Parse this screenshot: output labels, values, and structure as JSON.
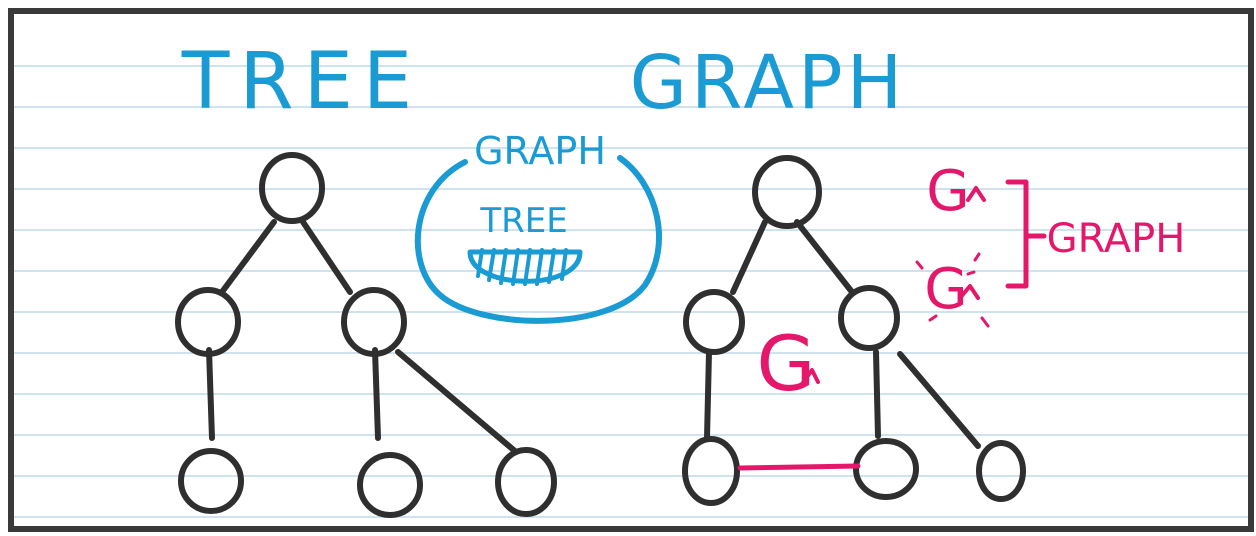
{
  "colors": {
    "ink": "#2f2f2f",
    "blue": "#1a9bd4",
    "pink": "#e5176b",
    "rule": "#cfe3ee",
    "frame": "#3a3a3a"
  },
  "tree": {
    "title": "TREE"
  },
  "graph": {
    "title": "GRAPH"
  },
  "venn": {
    "outer_label": "GRAPH",
    "inner_label": "TREE"
  },
  "cycle_glyph": "G",
  "bracket_label": "GRAPH"
}
